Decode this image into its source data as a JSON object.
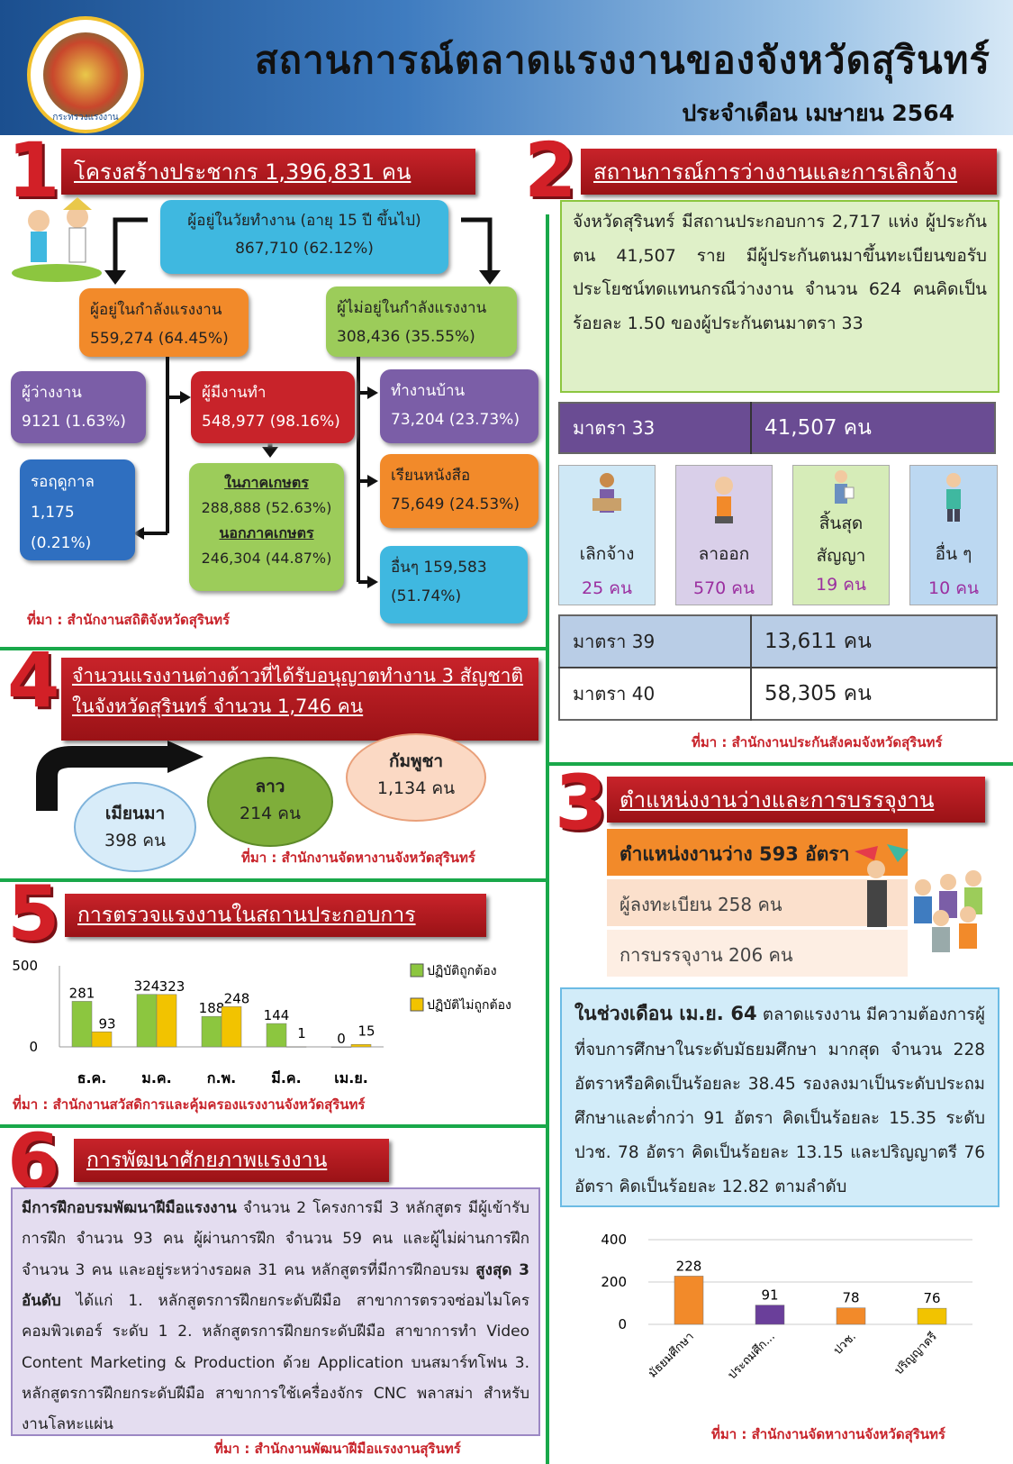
{
  "header": {
    "title": "สถานการณ์ตลาดแรงงานของจังหวัดสุรินทร์",
    "subtitle": "ประจำเดือน เมษายน 2564",
    "logo_text": "กระทรวงแรงงาน"
  },
  "s1": {
    "num": "1",
    "title": "โครงสร้างประชากร 1,396,831 คน",
    "working_age_l1": "ผู้อยู่ในวัยทำงาน (อายุ 15 ปี ขึ้นไป)",
    "working_age_l2": "867,710 (62.12%)",
    "in_lf_l1": "ผู้อยู่ในกำลังแรงงาน",
    "in_lf_l2": "559,274 (64.45%)",
    "out_lf_l1": "ผู้ไม่อยู่ในกำลังแรงงาน",
    "out_lf_l2": "308,436 (35.55%)",
    "unemp_l1": "ผู้ว่างงาน",
    "unemp_l2": "9121 (1.63%)",
    "emp_l1": "ผู้มีงานทำ",
    "emp_l2": "548,977 (98.16%)",
    "season_l1": "รอฤดูกาล",
    "season_l2": "1,175",
    "season_l3": "(0.21%)",
    "agri_l1": "ในภาคเกษตร",
    "agri_l2": "288,888 (52.63%)",
    "nonagri_l1": "นอกภาคเกษตร",
    "nonagri_l2": "246,304 (44.87%)",
    "home_l1": "ทำงานบ้าน",
    "home_l2": "73,204 (23.73%)",
    "study_l1": "เรียนหนังสือ",
    "study_l2": "75,649 (24.53%)",
    "other_l1": "อื่นๆ 159,583",
    "other_l2": "(51.74%)",
    "source": "ที่มา : สำนักงานสถิติจังหวัดสุรินทร์"
  },
  "s2": {
    "num": "2",
    "title": "สถานการณ์การว่างงานและการเลิกจ้าง",
    "para": "จังหวัดสุรินทร์ มีสถานประกอบการ 2,717 แห่ง ผู้ประกันตน 41,507 ราย มีผู้ประกันตนมาขึ้นทะเบียนขอรับประโยชน์ทดแทนกรณีว่างงาน จำนวน 624 คนคิดเป็นร้อยละ 1.50 ของผู้ประกันตนมาตรา 33",
    "m33_label": "มาตรา 33",
    "m33_value": "41,507 คน",
    "cards": [
      {
        "label": "เลิกจ้าง",
        "value": "25 คน",
        "icon": "person-box-icon",
        "color": "#9b2fa0",
        "bg": "#cfe8f6"
      },
      {
        "label": "ลาออก",
        "value": "570 คน",
        "icon": "person-stress-icon",
        "color": "#9b2fa0",
        "bg": "#d9cfe9"
      },
      {
        "label_l1": "สิ้นสุด",
        "label_l2": "สัญญา",
        "value": "19 คน",
        "icon": "person-paper-icon",
        "color": "#9b2fa0",
        "bg": "#d6ecb8"
      },
      {
        "label": "อื่น ๆ",
        "value": "10 คน",
        "icon": "person-icon",
        "color": "#9b2fa0",
        "bg": "#bcd8f1"
      }
    ],
    "m39_label": "มาตรา 39",
    "m39_value": "13,611 คน",
    "m40_label": "มาตรา 40",
    "m40_value": "58,305 คน",
    "source": "ที่มา : สำนักงานประกันสังคมจังหวัดสุรินทร์"
  },
  "s4": {
    "num": "4",
    "title_l1": "จำนวนแรงงานต่างด้าวที่ได้รับอนุญาตทำงาน 3 สัญชาติ",
    "title_l2": "ในจังหวัดสุรินทร์ จำนวน 1,746 คน",
    "myanmar": "เมียนมา",
    "myanmar_v": "398 คน",
    "laos": "ลาว",
    "laos_v": "214 คน",
    "cambodia": "กัมพูชา",
    "cambodia_v": "1,134 คน",
    "source": "ที่มา : สำนักงานจัดหางานจังหวัดสุรินทร์"
  },
  "s3": {
    "num": "3",
    "title": "ตำแหน่งงานว่างและการบรรจุงาน",
    "row1": "ตำแหน่งงานว่าง 593 อัตรา",
    "row2": "ผู้ลงทะเบียน 258 คน",
    "row3": "การบรรจุงาน 206 คน",
    "para_lead": "ในช่วงเดือน เม.ย. 64",
    "para": " ตลาดแรงงาน มีความต้องการผู้ที่จบการศึกษาในระดับมัธยมศึกษา มากสุด จำนวน 228 อัตราหรือคิดเป็นร้อยละ 38.45 รองลงมาเป็นระดับประถมศึกษาและต่ำกว่า 91 อัตรา คิดเป็นร้อยละ 15.35 ระดับ ปวช. 78 อัตรา คิดเป็นร้อยละ 13.15 และปริญญาตรี 76 อัตรา คิดเป็นร้อยละ 12.82 ตามลำดับ",
    "source": "ที่มา : สำนักงานจัดหางานจังหวัดสุรินทร์"
  },
  "s5": {
    "num": "5",
    "title": "การตรวจแรงงานในสถานประกอบการ",
    "source": "ที่มา : สำนักงานสวัสดิการและคุ้มครองแรงงานจังหวัดสุรินทร์"
  },
  "s6": {
    "num": "6",
    "title": "การพัฒนาศักยภาพแรงงาน",
    "lead": "มีการฝึกอบรมพัฒนาฝีมือแรงงาน",
    "text1": " จำนวน 2 โครงการมี 3 หลักสูตร มีผู้เข้ารับการฝึก จำนวน 93 คน ผู้ผ่านการฝึก จำนวน 59 คน และผู้ไม่ผ่านการฝึก จำนวน 3 คน และอยู่ระหว่างรอผล 31 คน หลักสูตรที่มีการฝึกอบรม ",
    "bold2": "สูงสุด 3 อันดับ",
    "text2": " ได้แก่ 1. หลักสูตรการฝึกยกระดับฝีมือ สาขาการตรวจซ่อมไมโครคอมพิวเตอร์ ระดับ 1 2. หลักสูตรการฝึกยกระดับฝีมือ สาขาการทำ Video Content Marketing & Production ด้วย Application บนสมาร์ทโฟน 3. หลักสูตรการฝึกยกระดับฝีมือ สาขาการใช้เครื่องจักร CNC พลาสม่า สำหรับงานโลหะแผ่น",
    "source": "ที่มา : สำนักงานพัฒนาฝีมือแรงงานสุรินทร์"
  },
  "chart_data": [
    {
      "type": "bar",
      "categories": [
        "ธ.ค.",
        "ม.ค.",
        "ก.พ.",
        "มี.ค.",
        "เม.ย."
      ],
      "series": [
        {
          "name": "ปฏิบัติถูกต้อง",
          "values": [
            281,
            324,
            188,
            144,
            0
          ],
          "color": "#8cc63f"
        },
        {
          "name": "ปฏิบัติไม่ถูกต้อง",
          "values": [
            93,
            323,
            248,
            1,
            15
          ],
          "color": "#f2c300"
        }
      ],
      "yticks": [
        0,
        500
      ],
      "ylim": [
        0,
        500
      ],
      "legend": "right"
    },
    {
      "type": "bar",
      "categories": [
        "มัธยมศึกษา",
        "ประถมศึก...",
        "ปวช.",
        "ปริญญาตรี"
      ],
      "values": [
        228,
        91,
        78,
        76
      ],
      "colors": [
        "#f28a2a",
        "#6a3f9a",
        "#f28a2a",
        "#f2c300"
      ],
      "yticks": [
        0,
        200,
        400
      ],
      "ylim": [
        0,
        400
      ]
    }
  ]
}
